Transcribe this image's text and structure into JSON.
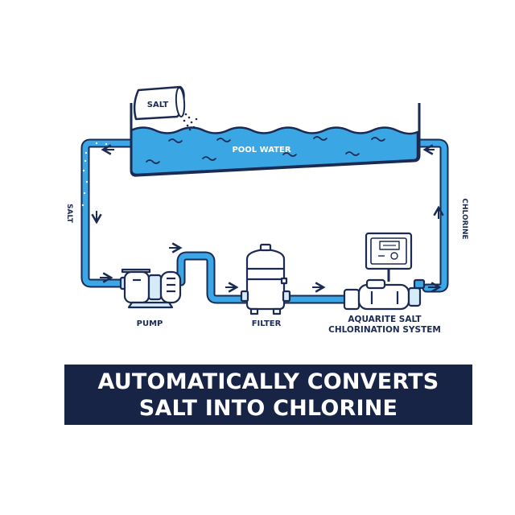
{
  "diagram": {
    "salt_bag_label": "SALT",
    "pool_label": "POOL WATER",
    "left_pipe_label": "SALT",
    "right_pipe_label": "CHLORINE",
    "pump_label": "PUMP",
    "filter_label": "FILTER",
    "system_label_line1": "AQUARITE SALT",
    "system_label_line2": "CHLORINATION SYSTEM"
  },
  "banner": {
    "line1": "AUTOMATICALLY CONVERTS",
    "line2": "SALT INTO CHLORINE"
  },
  "colors": {
    "navy": "#1a2a52",
    "pipe": "#3ba7e6",
    "water": "#3aa6e4",
    "banner": "#172445"
  }
}
